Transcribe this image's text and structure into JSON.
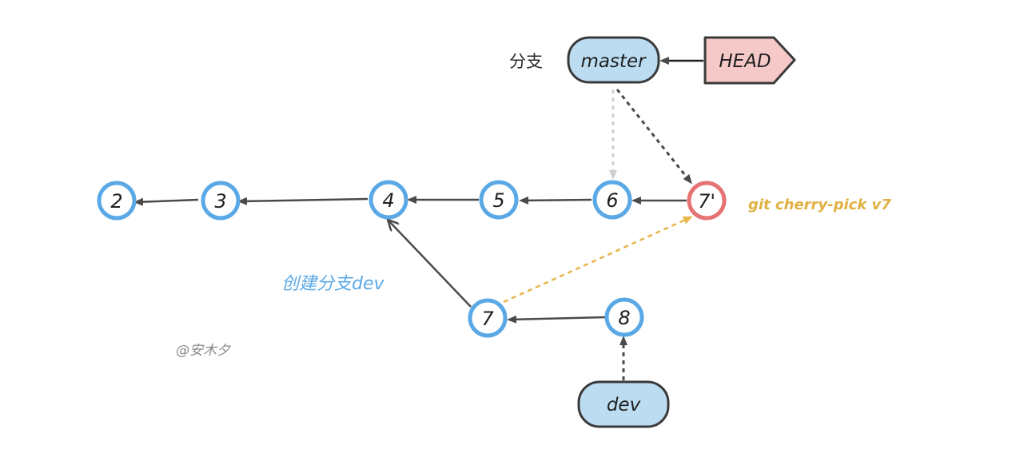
{
  "commits": {
    "c2": "2",
    "c3": "3",
    "c4": "4",
    "c5": "5",
    "c6": "6",
    "c7_picked": "7'",
    "c7": "7",
    "c8": "8"
  },
  "refs": {
    "master_prefix": "分支",
    "master": "master",
    "head": "HEAD",
    "dev": "dev"
  },
  "annotations": {
    "cherry_pick": "git cherry-pick v7",
    "create_branch": "创建分支dev",
    "watermark": "@安木夕"
  },
  "colors": {
    "commit_ring": "#5aa9e6",
    "picked_ring": "#e57373",
    "branch_fill": "#bcdcf2",
    "head_fill": "#f6c9c9",
    "arrow": "#4a4a4a",
    "dashed_pick": "#e8b64a",
    "faint_arrow": "#cfcfcf",
    "annotation_blue": "#5aa9e6",
    "annotation_gold": "#e0b040",
    "watermark": "#8a8a8a"
  }
}
